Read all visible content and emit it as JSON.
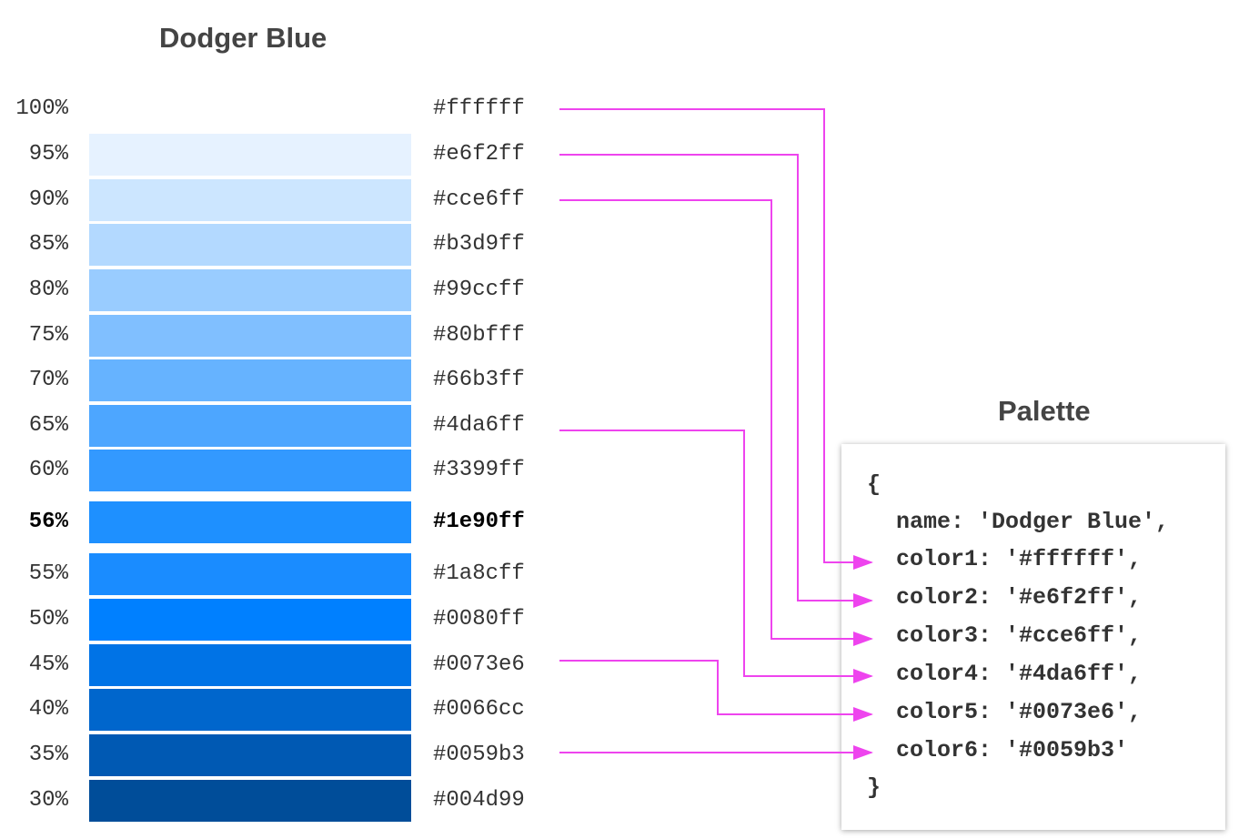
{
  "title": "Dodger Blue",
  "palette_title": "Palette",
  "line_color": "#ee44ee",
  "shades": [
    {
      "pct": "100%",
      "hex": "#ffffff",
      "color": "#ffffff"
    },
    {
      "pct": "95%",
      "hex": "#e6f2ff",
      "color": "#e6f2ff"
    },
    {
      "pct": "90%",
      "hex": "#cce6ff",
      "color": "#cce6ff"
    },
    {
      "pct": "85%",
      "hex": "#b3d9ff",
      "color": "#b3d9ff"
    },
    {
      "pct": "80%",
      "hex": "#99ccff",
      "color": "#99ccff"
    },
    {
      "pct": "75%",
      "hex": "#80bfff",
      "color": "#80bfff"
    },
    {
      "pct": "70%",
      "hex": "#66b3ff",
      "color": "#66b3ff"
    },
    {
      "pct": "65%",
      "hex": "#4da6ff",
      "color": "#4da6ff"
    },
    {
      "pct": "60%",
      "hex": "#3399ff",
      "color": "#3399ff"
    },
    {
      "pct": "56%",
      "hex": "#1e90ff",
      "color": "#1e90ff",
      "base": true
    },
    {
      "pct": "55%",
      "hex": "#1a8cff",
      "color": "#1a8cff"
    },
    {
      "pct": "50%",
      "hex": "#0080ff",
      "color": "#0080ff"
    },
    {
      "pct": "45%",
      "hex": "#0073e6",
      "color": "#0073e6"
    },
    {
      "pct": "40%",
      "hex": "#0066cc",
      "color": "#0066cc"
    },
    {
      "pct": "35%",
      "hex": "#0059b3",
      "color": "#0059b3"
    },
    {
      "pct": "30%",
      "hex": "#004d99",
      "color": "#004d99"
    }
  ],
  "palette_code": {
    "open": "{",
    "name_line": "name: 'Dodger Blue',",
    "colors": [
      "color1: '#ffffff',",
      "color2: '#e6f2ff',",
      "color3: '#cce6ff',",
      "color4: '#4da6ff',",
      "color5: '#0073e6',",
      "color6: '#0059b3'"
    ],
    "close": "}"
  }
}
